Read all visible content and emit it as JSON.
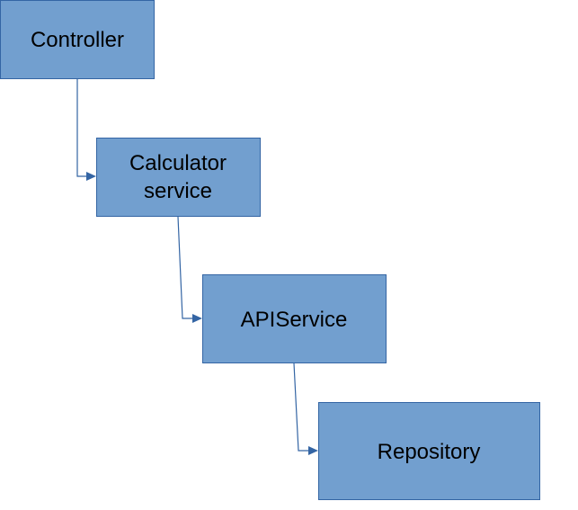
{
  "diagram": {
    "colors": {
      "box_fill": "#729fcf",
      "box_border": "#3465a4",
      "connector": "#3465a4",
      "text": "#000000"
    },
    "nodes": {
      "controller": {
        "line1": "Controller"
      },
      "calculator": {
        "line1": "Calculator",
        "line2": "service"
      },
      "apiservice": {
        "line1": "APIService"
      },
      "repository": {
        "line1": "Repository"
      }
    },
    "edges": [
      {
        "from": "Controller",
        "to": "Calculator service"
      },
      {
        "from": "Calculator service",
        "to": "APIService"
      },
      {
        "from": "APIService",
        "to": "Repository"
      }
    ]
  }
}
